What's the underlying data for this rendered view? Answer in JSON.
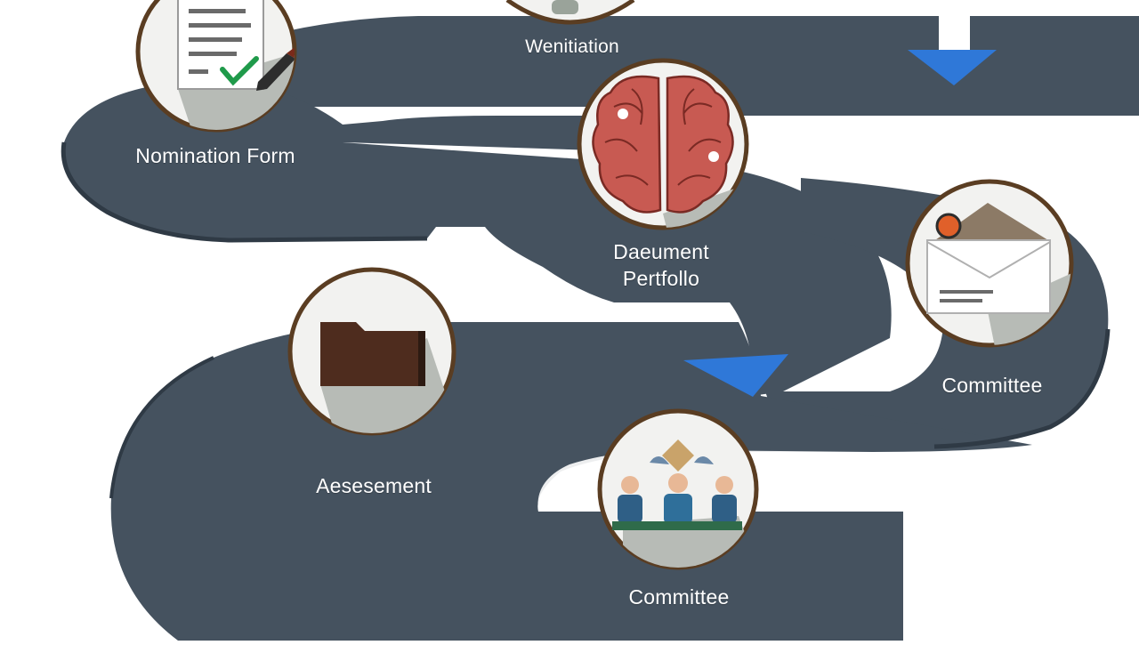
{
  "colors": {
    "road": "#45525f",
    "road_edge": "#2f3a45",
    "background": "#ffffff",
    "node_ring": "#5a3d22",
    "node_fill": "#f2f2f0",
    "node_shadow": "#b7bbb6",
    "arrow": "#2f78d8",
    "label_text": "#ffffff"
  },
  "steps": [
    {
      "id": "nomination-form",
      "label": "Nomination Form",
      "icon": "document-check-icon"
    },
    {
      "id": "identification",
      "label": "Wenitiation",
      "icon": "stethoscope-icon"
    },
    {
      "id": "document-portfolio",
      "label_lines": [
        "Daeument",
        "Pertfollo"
      ],
      "icon": "brain-icon"
    },
    {
      "id": "committee-review",
      "label": "Committee",
      "icon": "envelope-icon"
    },
    {
      "id": "assessment",
      "label": "Aesesement",
      "icon": "folder-icon"
    },
    {
      "id": "committee-panel",
      "label": "Committee",
      "icon": "committee-people-icon"
    }
  ]
}
